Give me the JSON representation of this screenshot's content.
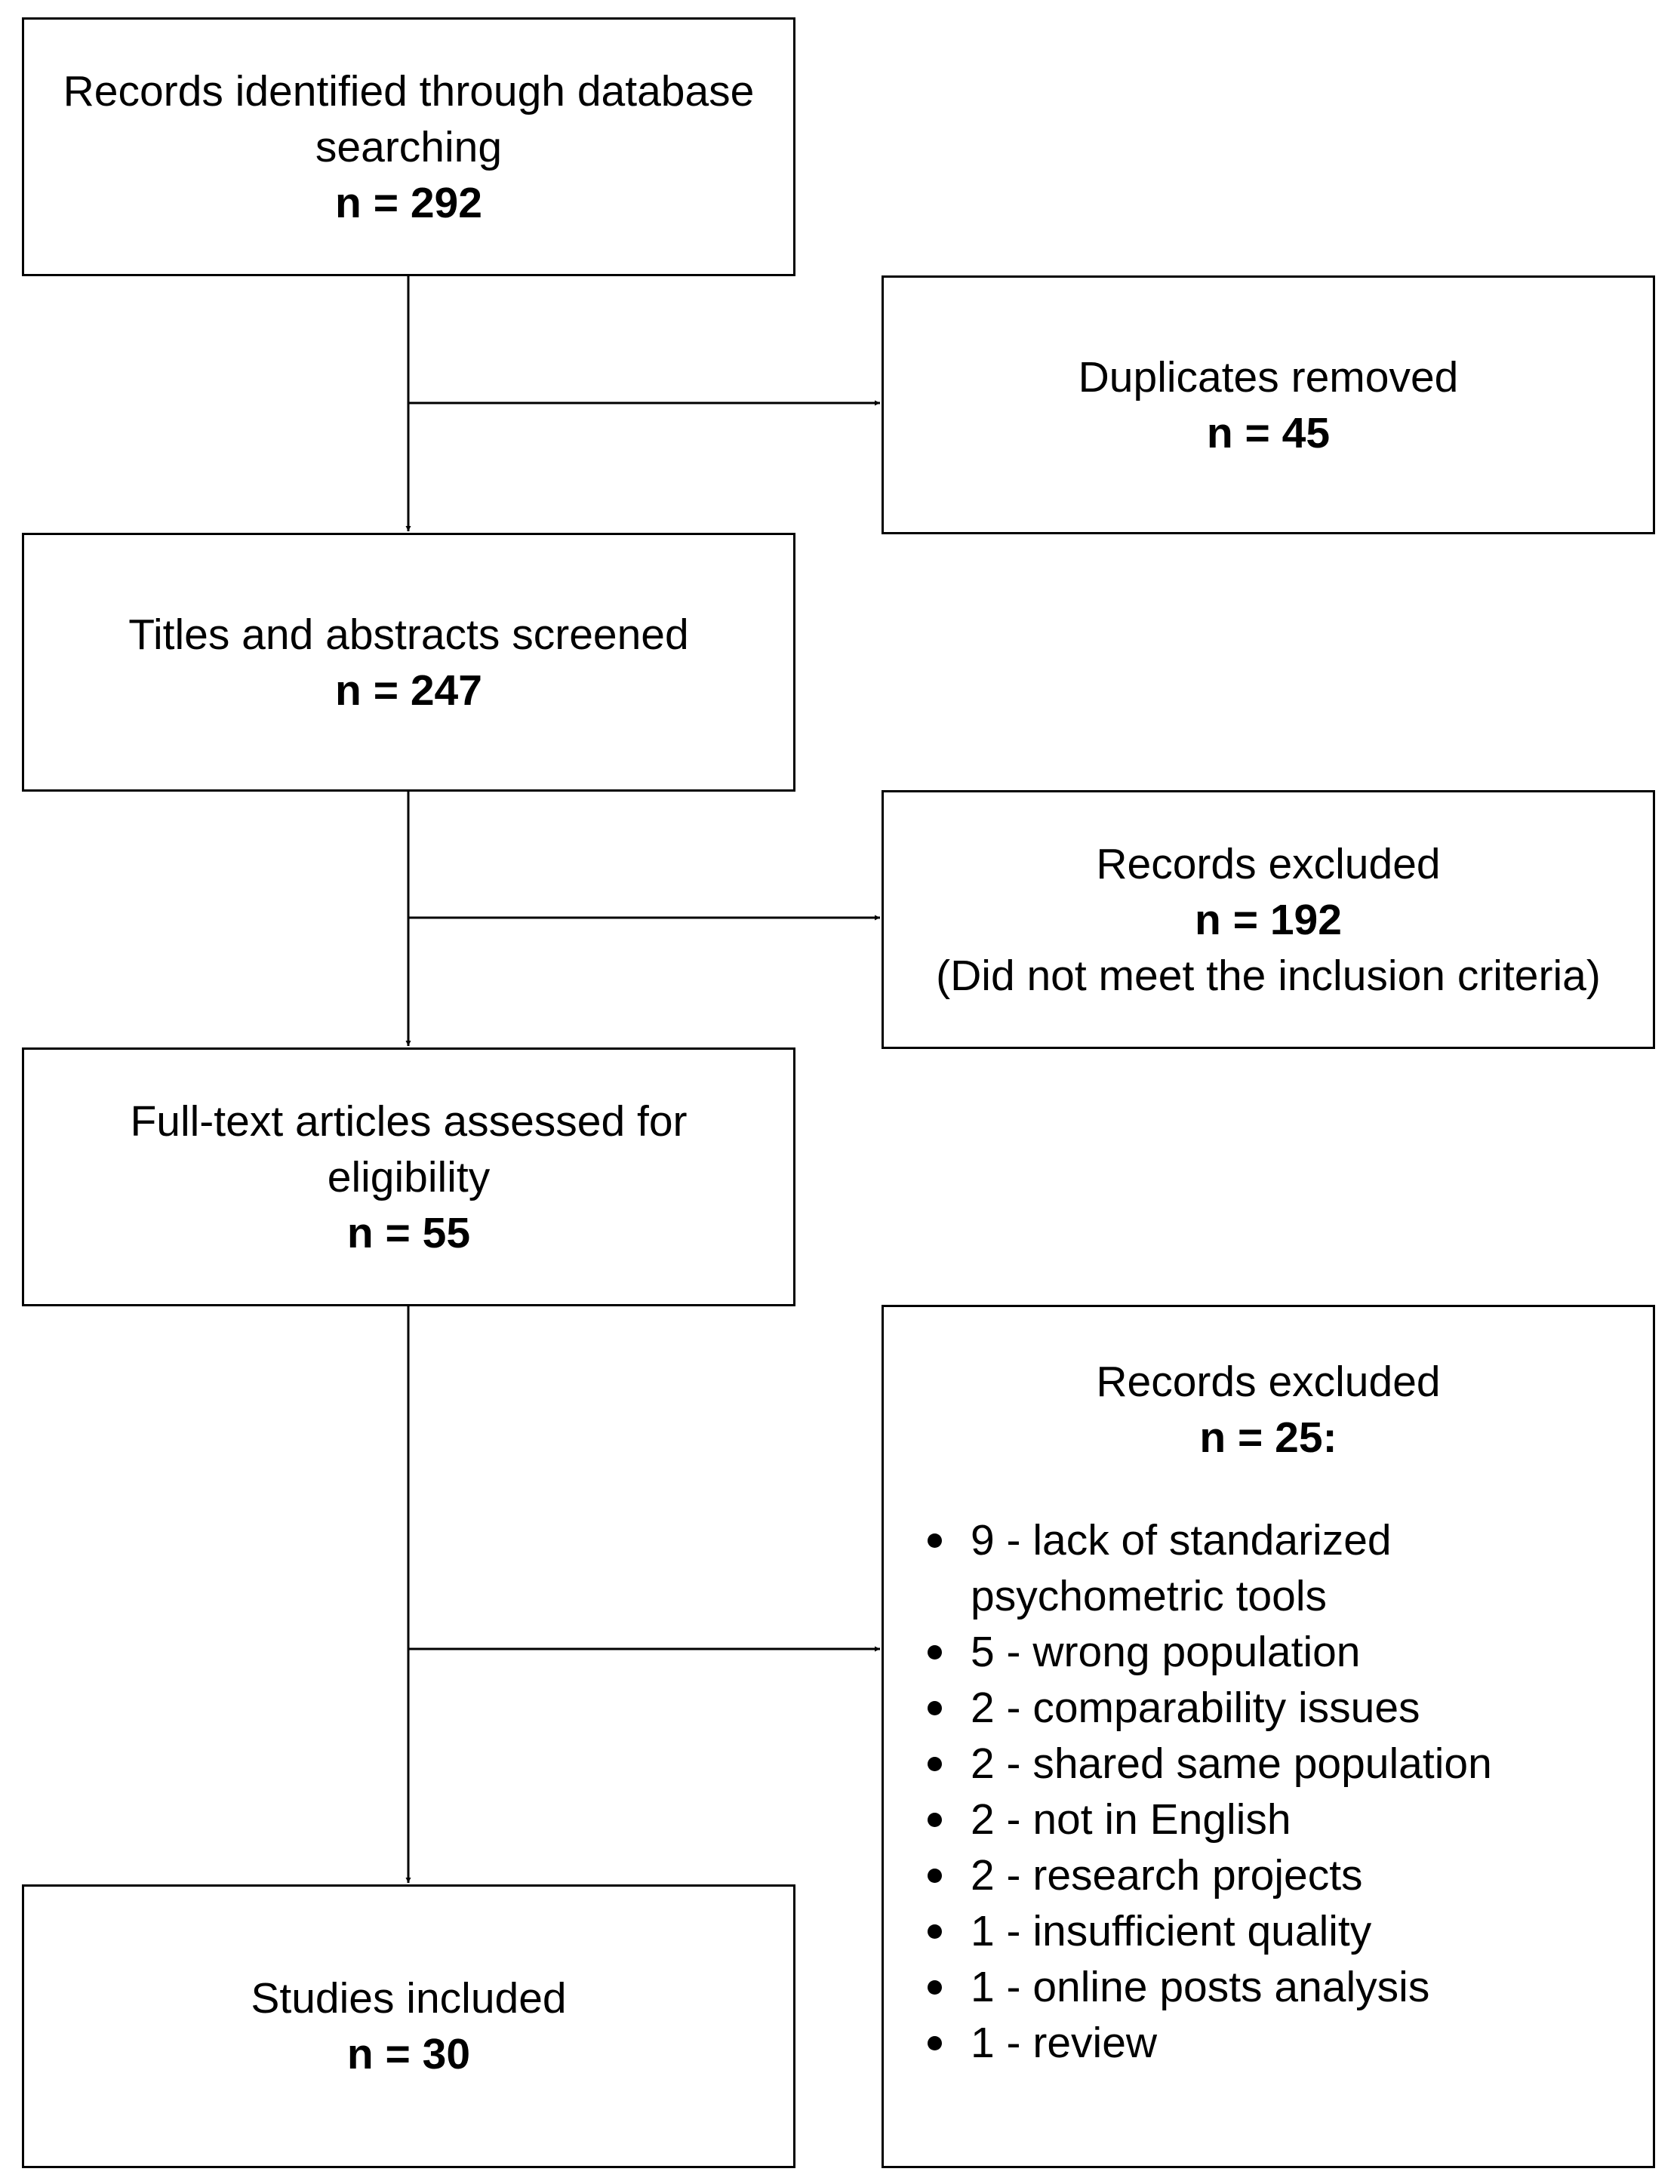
{
  "boxes": {
    "identified": {
      "lines": [
        "Records identified through database",
        "searching"
      ],
      "count": "n = 292"
    },
    "duplicates": {
      "lines": [
        "Duplicates removed"
      ],
      "count": "n = 45"
    },
    "screened": {
      "lines": [
        "Titles and abstracts screened"
      ],
      "count": "n = 247"
    },
    "excluded1": {
      "lines": [
        "Records excluded"
      ],
      "count": "n = 192",
      "note": "(Did not meet the inclusion criteria)"
    },
    "fulltext": {
      "lines": [
        "Full-text articles assessed for",
        "eligibility"
      ],
      "count": "n = 55"
    },
    "excluded2": {
      "lines": [
        "Records excluded"
      ],
      "count": "n = 25:",
      "reasons": [
        [
          "9 - lack of standarized",
          "psychometric tools"
        ],
        [
          "5 - wrong population"
        ],
        [
          "2 - comparability issues"
        ],
        [
          "2 - shared same population"
        ],
        [
          "2 - not in English"
        ],
        [
          "2 - research projects"
        ],
        [
          "1 - insufficient quality"
        ],
        [
          "1 - online posts analysis"
        ],
        [
          "1 - review"
        ]
      ]
    },
    "included": {
      "lines": [
        "Studies included"
      ],
      "count": "n = 30"
    }
  },
  "colors": {
    "stroke": "#000000",
    "background": "#ffffff"
  }
}
